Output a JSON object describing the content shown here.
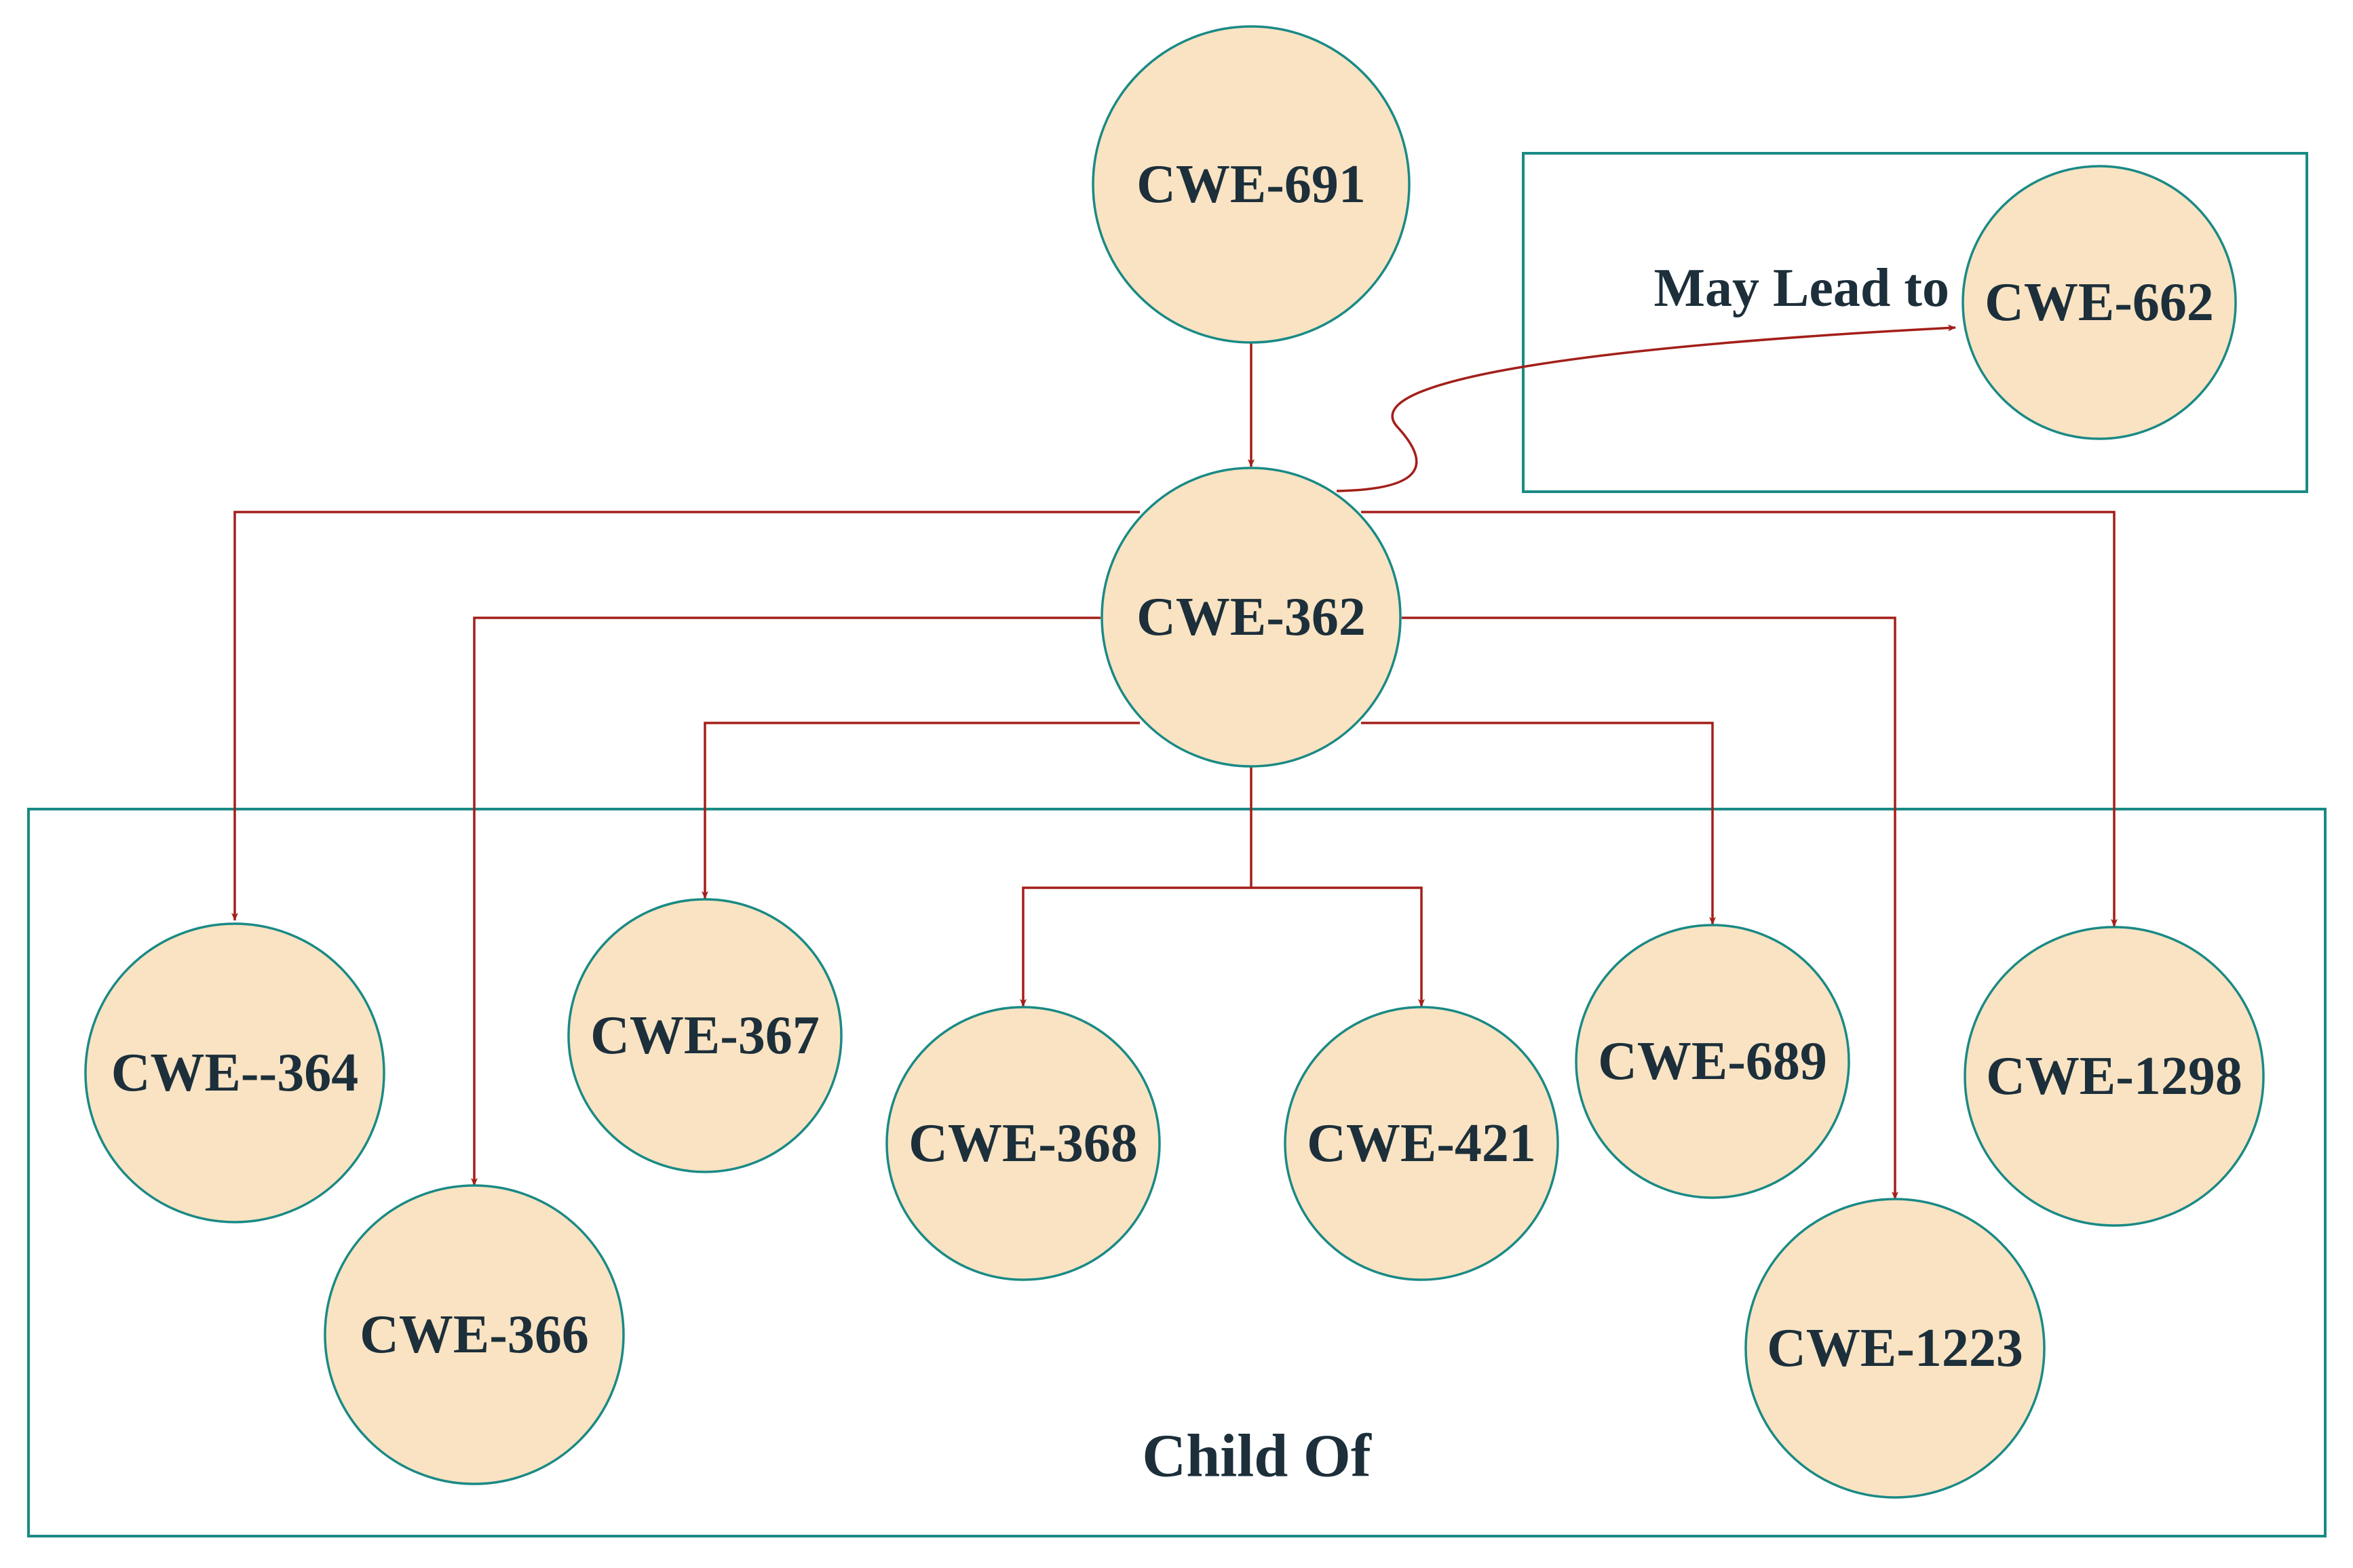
{
  "colors": {
    "node_fill": "#f9e3c3",
    "node_stroke": "#1a8a85",
    "frame_stroke": "#1a8a85",
    "edge": "#a31f1a",
    "text": "#1c2f3a"
  },
  "nodes": {
    "cwe691": "CWE-691",
    "cwe662": "CWE-662",
    "cwe362": "CWE-362",
    "cwe364": "CWE--364",
    "cwe366": "CWE-366",
    "cwe367": "CWE-367",
    "cwe368": "CWE-368",
    "cwe421": "CWE-421",
    "cwe689": "CWE-689",
    "cwe1223": "CWE-1223",
    "cwe1298": "CWE-1298"
  },
  "relations": {
    "may_lead_to": "May Lead to",
    "child_of": "Child Of"
  },
  "edges": [
    {
      "from": "CWE-691",
      "to": "CWE-362"
    },
    {
      "from": "CWE-362",
      "to": "CWE-662",
      "label": "May Lead to"
    },
    {
      "from": "CWE-362",
      "to": "CWE--364"
    },
    {
      "from": "CWE-362",
      "to": "CWE-366"
    },
    {
      "from": "CWE-362",
      "to": "CWE-367"
    },
    {
      "from": "CWE-362",
      "to": "CWE-368"
    },
    {
      "from": "CWE-362",
      "to": "CWE-421"
    },
    {
      "from": "CWE-362",
      "to": "CWE-689"
    },
    {
      "from": "CWE-362",
      "to": "CWE-1223"
    },
    {
      "from": "CWE-362",
      "to": "CWE-1298"
    }
  ]
}
